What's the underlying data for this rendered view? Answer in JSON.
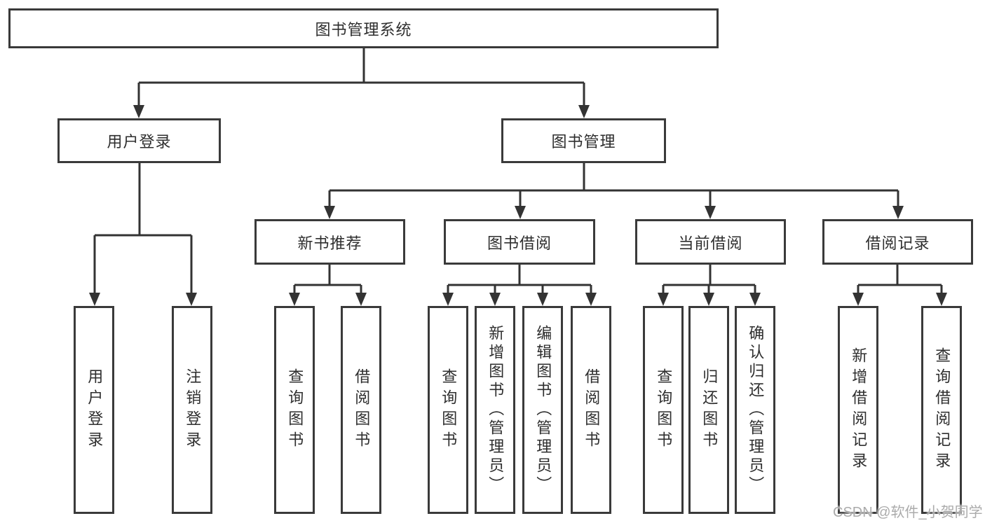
{
  "diagram_title": "图书管理系统",
  "watermark": "CSDN @软件_小贺同学",
  "colors": {
    "background": "#ffffff",
    "box_border": "#3a3a3a",
    "connector_line": "#333333",
    "text": "#2e2e2e",
    "watermark_text": "#ababab"
  },
  "tree": {
    "label": "图书管理系统",
    "children": [
      {
        "label": "用户登录",
        "children": [
          {
            "label": "用户登录"
          },
          {
            "label": "注销登录"
          }
        ]
      },
      {
        "label": "图书管理",
        "children": [
          {
            "label": "新书推荐",
            "children": [
              {
                "label": "查询图书"
              },
              {
                "label": "借阅图书"
              }
            ]
          },
          {
            "label": "图书借阅",
            "children": [
              {
                "label": "查询图书"
              },
              {
                "label": "新增图书（管理员）"
              },
              {
                "label": "编辑图书（管理员）"
              },
              {
                "label": "借阅图书"
              }
            ]
          },
          {
            "label": "当前借阅",
            "children": [
              {
                "label": "查询图书"
              },
              {
                "label": "归还图书"
              },
              {
                "label": "确认归还（管理员）"
              }
            ]
          },
          {
            "label": "借阅记录",
            "children": [
              {
                "label": "新增借阅记录"
              },
              {
                "label": "查询借阅记录"
              }
            ]
          }
        ]
      }
    ]
  }
}
